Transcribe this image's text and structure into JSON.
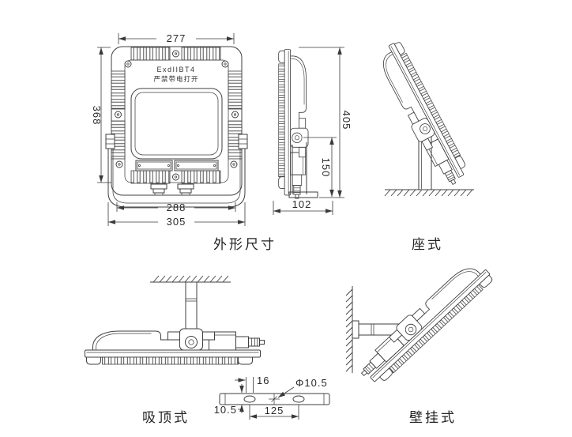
{
  "front_view": {
    "marking_line1": "ExdIIBT4",
    "marking_line2": "严禁带电打开",
    "dim_top_width": "277",
    "dim_height": "368",
    "dim_bottom_width_inner": "288",
    "dim_bottom_width_outer": "305"
  },
  "side_view": {
    "dim_total_height": "405",
    "dim_pivot_to_base": "150",
    "dim_depth": "102"
  },
  "mounting_bracket": {
    "dim_slot_width": "16",
    "dim_hole_diameter": "Φ10.5",
    "dim_slot_length": "10.5",
    "dim_hole_spacing": "125"
  },
  "captions": {
    "outline_dimensions": "外形尺寸",
    "pedestal": "座式",
    "ceiling": "吸顶式",
    "wall": "壁挂式"
  },
  "colors": {
    "line": "#3f3f3f",
    "background": "#ffffff"
  }
}
